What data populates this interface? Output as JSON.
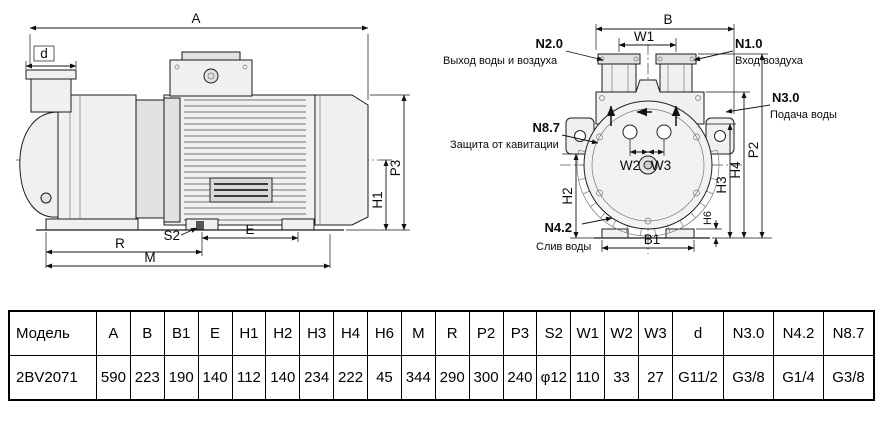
{
  "drawing": {
    "side_view": {
      "dims": {
        "A": "A",
        "d": "d",
        "P3": "P3",
        "H1": "H1",
        "S2": "S2",
        "E": "E",
        "R": "R",
        "M": "M"
      }
    },
    "front_view": {
      "dims": {
        "B": "B",
        "W1": "W1",
        "W2": "W2",
        "W3": "W3",
        "B1": "B1",
        "P2": "P2",
        "H2": "H2",
        "H3": "H3",
        "H4": "H4",
        "H6": "H6"
      },
      "ports": {
        "n20": {
          "code": "N2.0",
          "label": "Выход воды и воздуха"
        },
        "n10": {
          "code": "N1.0",
          "label": "Вход воздуха"
        },
        "n30": {
          "code": "N3.0",
          "label": "Подача воды"
        },
        "n87": {
          "code": "N8.7",
          "label": "Защита от кавитации"
        },
        "n42": {
          "code": "N4.2",
          "label": "Слив воды"
        }
      }
    }
  },
  "table": {
    "headers": [
      "Модель",
      "A",
      "B",
      "B1",
      "E",
      "H1",
      "H2",
      "H3",
      "H4",
      "H6",
      "M",
      "R",
      "P2",
      "P3",
      "S2",
      "W1",
      "W2",
      "W3",
      "d",
      "N3.0",
      "N4.2",
      "N8.7"
    ],
    "rows": [
      [
        "2BV2071",
        "590",
        "223",
        "190",
        "140",
        "112",
        "140",
        "234",
        "222",
        "45",
        "344",
        "290",
        "300",
        "240",
        "φ12",
        "110",
        "33",
        "27",
        "G11/2",
        "G3/8",
        "G1/4",
        "G3/8"
      ]
    ]
  }
}
